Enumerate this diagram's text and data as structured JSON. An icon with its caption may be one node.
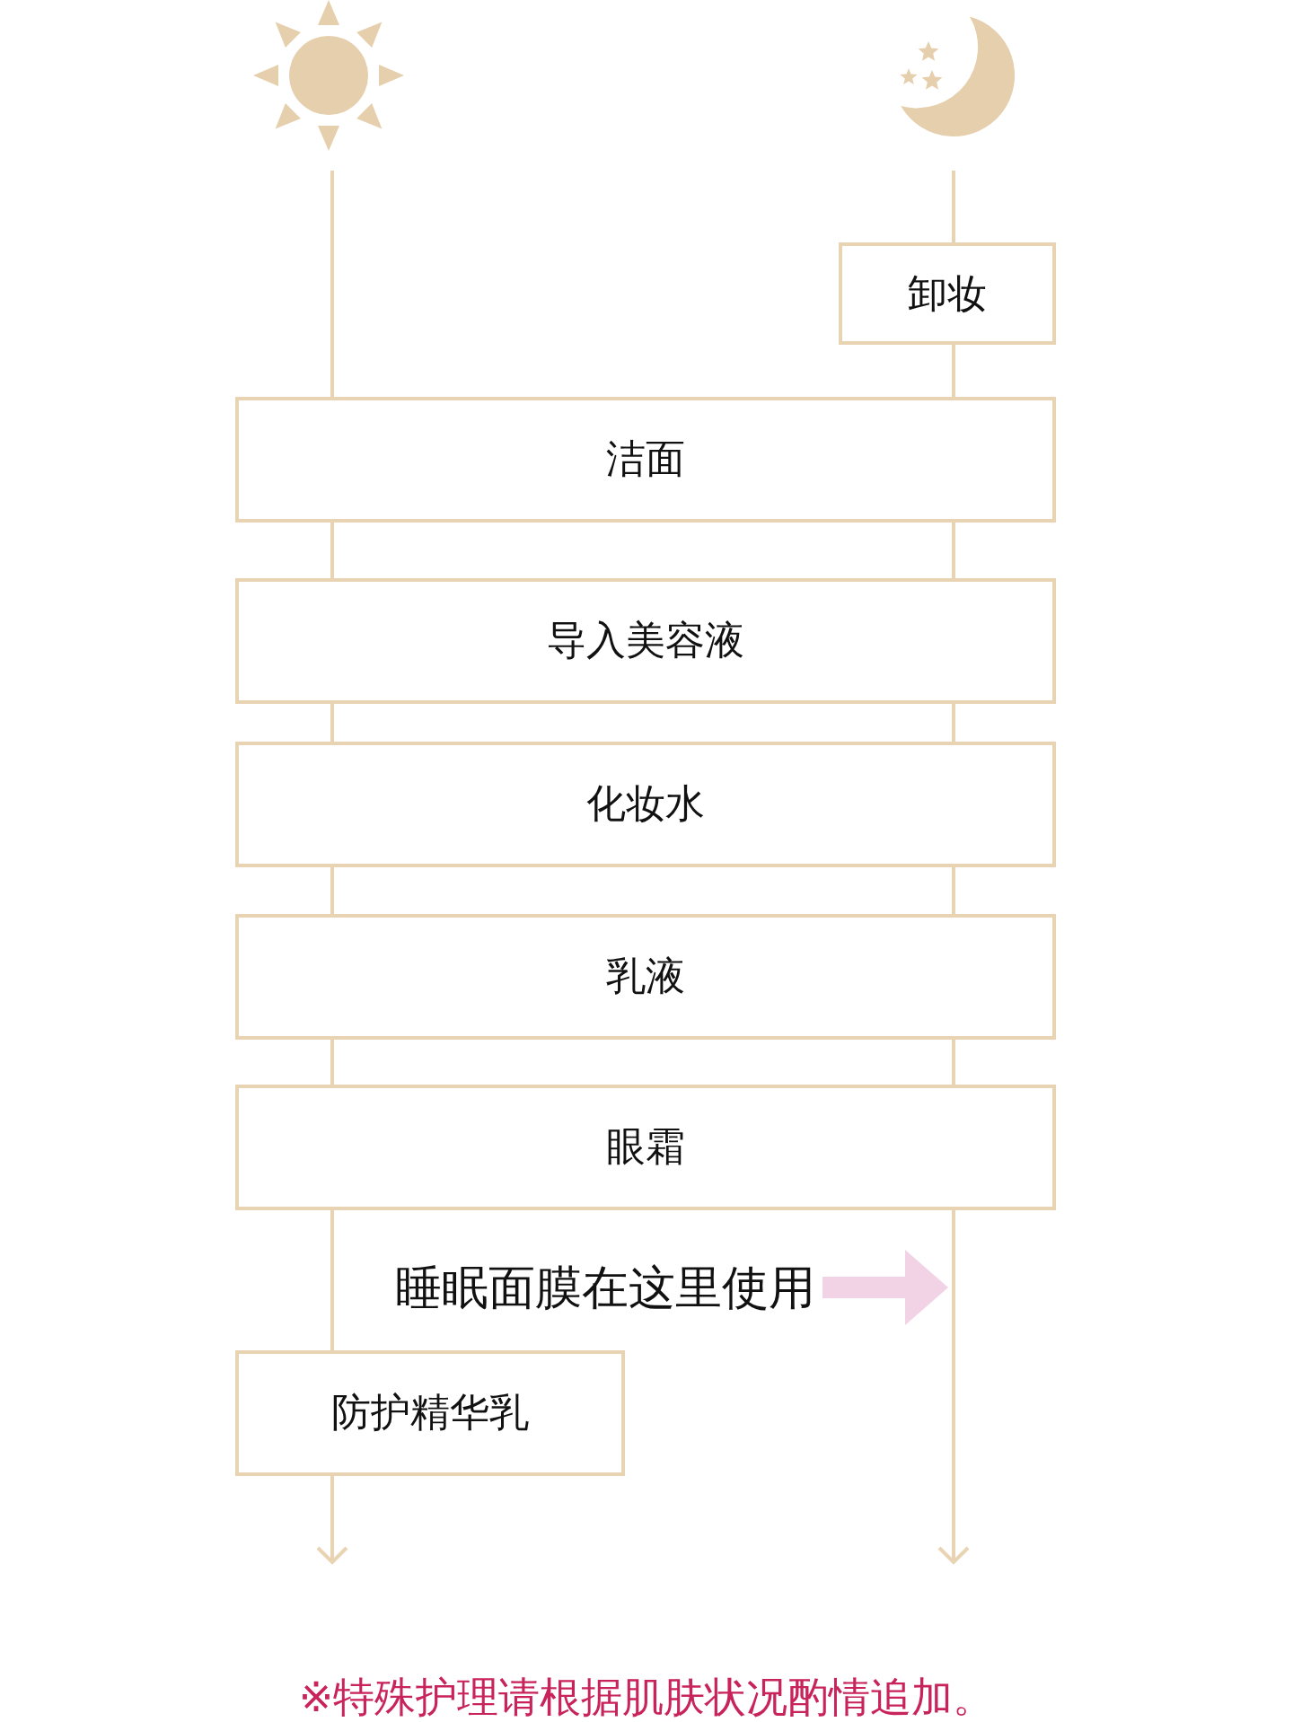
{
  "diagram": {
    "nodes": [
      {
        "text": [],
        "shape": "sun"
      },
      {
        "text": [],
        "shape": "moon"
      },
      {
        "text": [
          "卸妆"
        ]
      },
      {
        "text": [
          "洁面"
        ]
      },
      {
        "text": [
          "导入美容液"
        ]
      },
      {
        "text": [
          "化妆水"
        ]
      },
      {
        "text": [
          "乳液"
        ]
      },
      {
        "text": [
          "眼霜"
        ]
      },
      {
        "text": [
          "睡眠面膜在这里使用"
        ]
      },
      {
        "text": [
          "防护精华乳"
        ]
      }
    ],
    "edges": [
      {
        "from": 0,
        "to": 3,
        "arrow": "none"
      },
      {
        "from": 1,
        "to": 2,
        "arrow": "none"
      },
      {
        "from": 2,
        "to": 3,
        "arrow": "none"
      },
      {
        "from": 3,
        "to": 4,
        "arrow": "none"
      },
      {
        "from": 3,
        "to": 4,
        "arrow": "none"
      },
      {
        "from": 4,
        "to": 5,
        "arrow": "none"
      },
      {
        "from": 4,
        "to": 5,
        "arrow": "none"
      },
      {
        "from": 5,
        "to": 6,
        "arrow": "none"
      },
      {
        "from": 5,
        "to": 6,
        "arrow": "none"
      },
      {
        "from": 6,
        "to": 7,
        "arrow": "none"
      },
      {
        "from": 6,
        "to": 7,
        "arrow": "none"
      },
      {
        "from": 7,
        "to": 9,
        "arrow": "none"
      },
      {
        "from": 9,
        "to": null,
        "arrow": "to"
      },
      {
        "from": 7,
        "to": null,
        "arrow": "to"
      },
      {
        "from": 8,
        "to": null,
        "arrow": "to",
        "style": "thick",
        "color": "#f2d3e6"
      }
    ],
    "labels": [
      "※特殊护理请根据肌肤状况酌情追加。"
    ]
  }
}
